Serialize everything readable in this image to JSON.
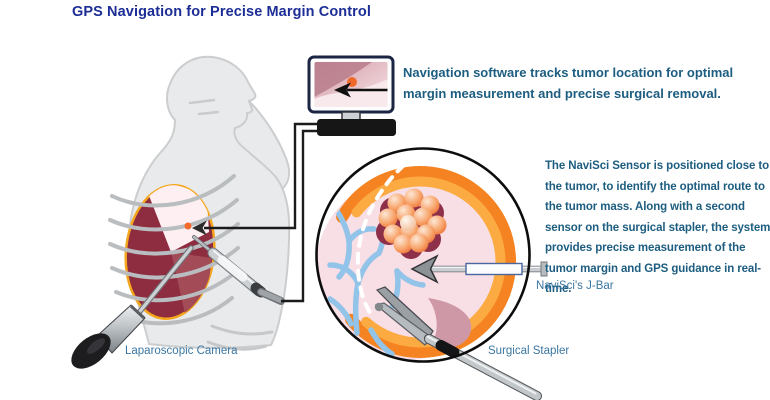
{
  "title": "GPS Navigation for Precise Margin Control",
  "annotations": {
    "monitor_note": "Navigation software tracks tumor location for optimal margin measurement and precise surgical removal.",
    "sensor_note": "The NaviSci Sensor is positioned close to the tumor, to identify the optimal route to the tumor mass. Along with a second sensor on the surgical stapler, the system provides precise measurement of the tumor margin and GPS guidance in real-time."
  },
  "labels": {
    "jbar": "NaviSci's J-Bar",
    "stapler": "Surgical Stapler",
    "camera": "Laparoscopic Camera"
  },
  "colors": {
    "title_blue": "#1c2e96",
    "note_teal": "#1d5d80",
    "label_blue": "#3b76a1",
    "ring_orange": "#f58321",
    "ring_light_orange": "#fcab43",
    "lung_maroon": "#8e2c40",
    "inner_pink": "#f8dee5",
    "vessel_blue": "#92c3e9",
    "tumor_orange": "#f2692c",
    "silhouette_gray": "#e9eaeb"
  }
}
